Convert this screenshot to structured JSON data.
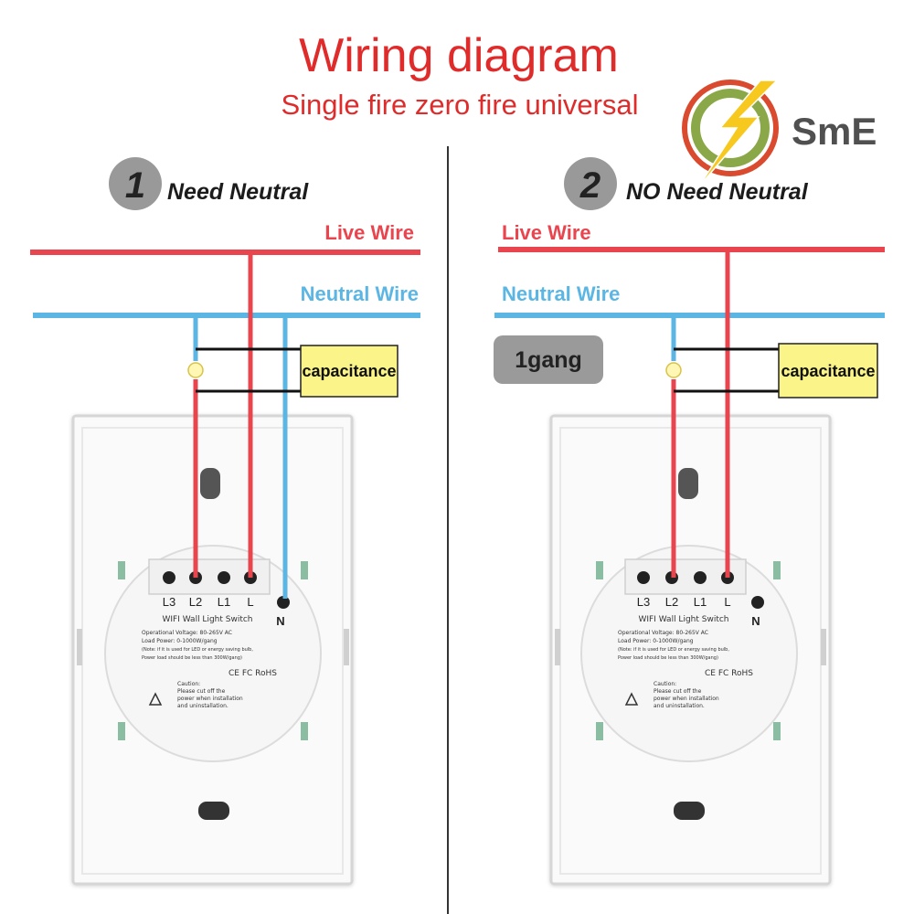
{
  "header": {
    "title": "Wiring diagram",
    "subtitle": "Single fire zero fire universal"
  },
  "logo": {
    "text": "SmE",
    "icon": "lightning-bolt-icon"
  },
  "panels": [
    {
      "number": "1",
      "heading": "Need Neutral",
      "live_label": "Live Wire",
      "neutral_label": "Neutral Wire",
      "capacitor_label": "capacitance",
      "terminals": [
        "L3",
        "L2",
        "L1",
        "L"
      ],
      "neutral_terminal": "N",
      "product_name": "WIFI Wall Light Switch",
      "spec_lines": [
        "Operational Voltage: 80-265V AC",
        "Load Power: 0-1000W/gang",
        "(Note: if it is used for LED or energy saving bulb,",
        "Power load should be less than 300W/gang)"
      ],
      "cert_text": "CE FC RoHS",
      "caution_lines": [
        "Caution:",
        "Please cut off the",
        "power when installation",
        "and uninstallation."
      ]
    },
    {
      "number": "2",
      "heading": "NO Need Neutral",
      "live_label": "Live Wire",
      "neutral_label": "Neutral Wire",
      "capacitor_label": "capacitance",
      "badge": "1gang",
      "terminals": [
        "L3",
        "L2",
        "L1",
        "L"
      ],
      "neutral_terminal": "N",
      "product_name": "WIFI Wall Light Switch",
      "spec_lines": [
        "Operational Voltage: 80-265V AC",
        "Load Power: 0-1000W/gang",
        "(Note: if it is used for LED or energy saving bulb,",
        "Power load should be less than 300W/gang)"
      ],
      "cert_text": "CE FC RoHS",
      "caution_lines": [
        "Caution:",
        "Please cut off the",
        "power when installation",
        "and uninstallation."
      ]
    }
  ],
  "colors": {
    "title": "#e02b2b",
    "live": "#e8454f",
    "neutral": "#5bb6e4",
    "capacitor_fill": "#fbf489",
    "badge_fill": "#9a9a9a",
    "logo_red": "#d94a2f",
    "logo_green": "#8aa848",
    "logo_bolt": "#f7c81e"
  }
}
